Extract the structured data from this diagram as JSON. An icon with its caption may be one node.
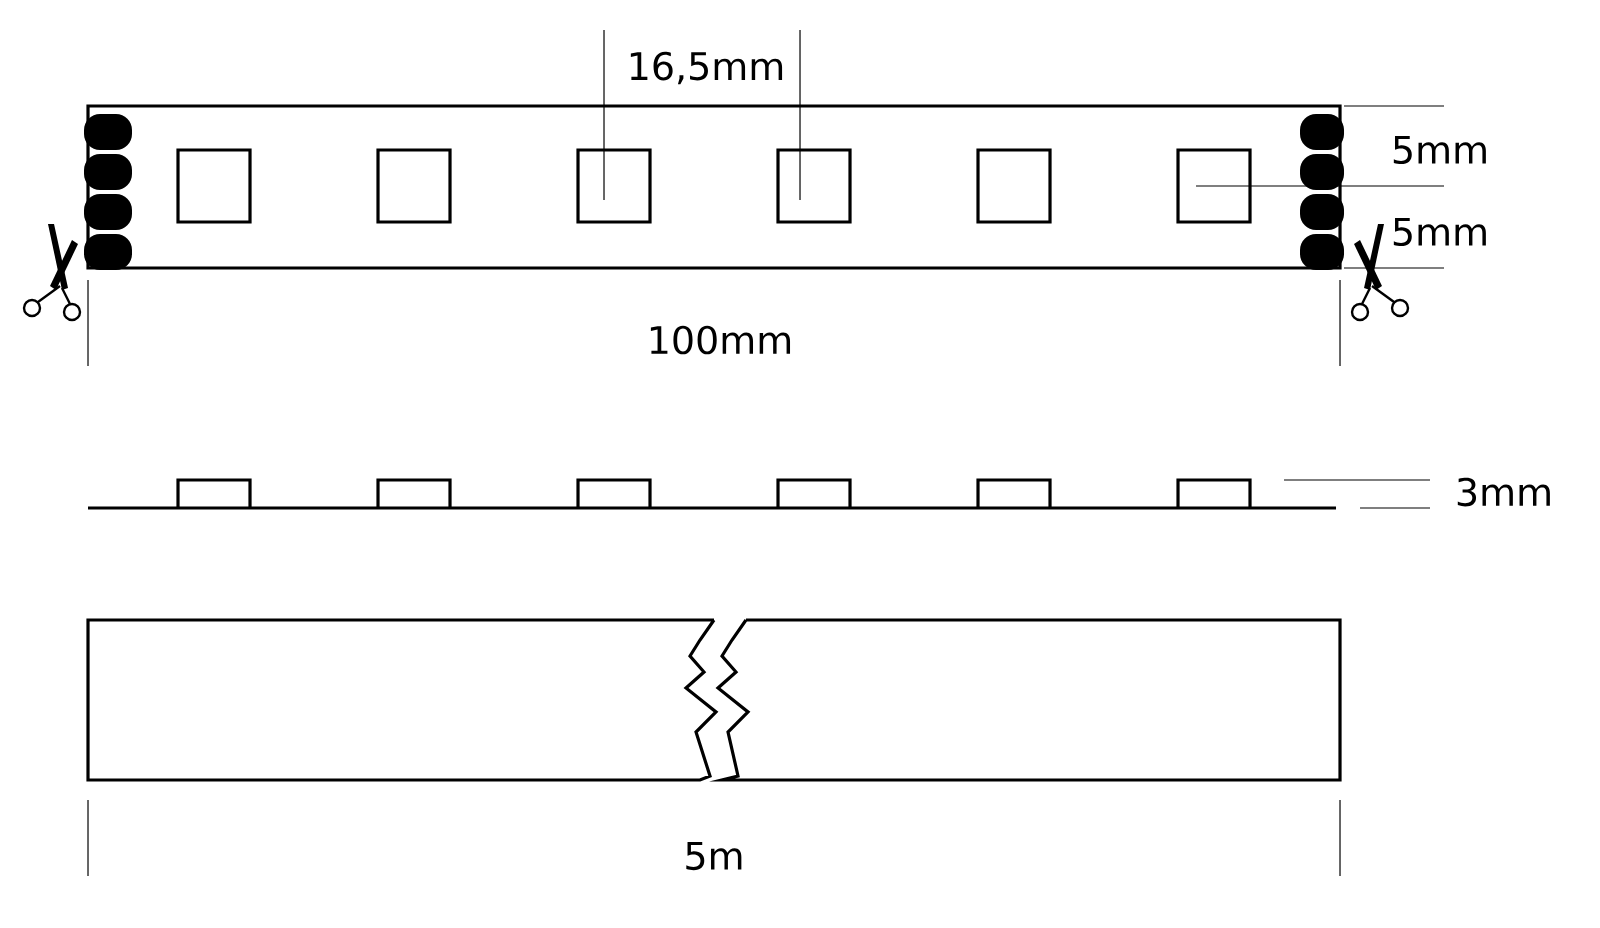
{
  "diagram": {
    "labels": [
      "16,5mm",
      "5mm",
      "5mm",
      "100mm",
      "3mm",
      "5m"
    ]
  }
}
